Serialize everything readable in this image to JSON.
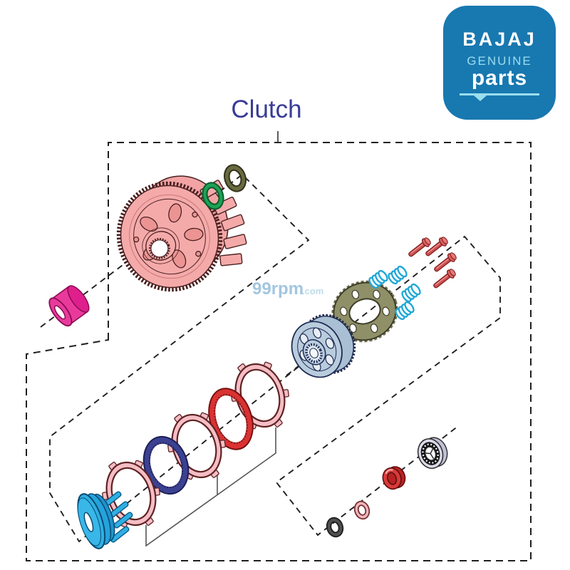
{
  "header": {
    "diagram_title": "Clutch",
    "title_color": "#383C96"
  },
  "logo": {
    "brand": "BAJAJ",
    "genuine": "GENUINE",
    "parts": "parts",
    "background": "#1878B0",
    "accent_color": "#9ADEEF",
    "text_color": "#FFFFFF"
  },
  "watermark": {
    "text": "99rpm",
    "suffix": ".com",
    "color": "#8CB9D8"
  },
  "colors": {
    "outline_dash": "#1F1F1F",
    "bracket_line": "#555555",
    "nut": "#E93A9C",
    "basket": "#F5AAAA",
    "basket_shade": "#EC9494",
    "washer_green": "#1CA254",
    "washer_olive": "#6A6A40",
    "hub": "#B9CCDE",
    "retainer_plate": "#8F8F68",
    "spring": "#1FA6D6",
    "screw": "#CE4F4F",
    "friction_plate": "#F5BDC5",
    "steel_plate_blue": "#3C4191",
    "steel_plate_red": "#D93232",
    "pressure_plate": "#2FAFE2",
    "washer_dark": "#4F4F4F",
    "washer_pink": "#F0B6BE",
    "spacer_red": "#DA3A3A",
    "bearing": "#DADAEA"
  }
}
